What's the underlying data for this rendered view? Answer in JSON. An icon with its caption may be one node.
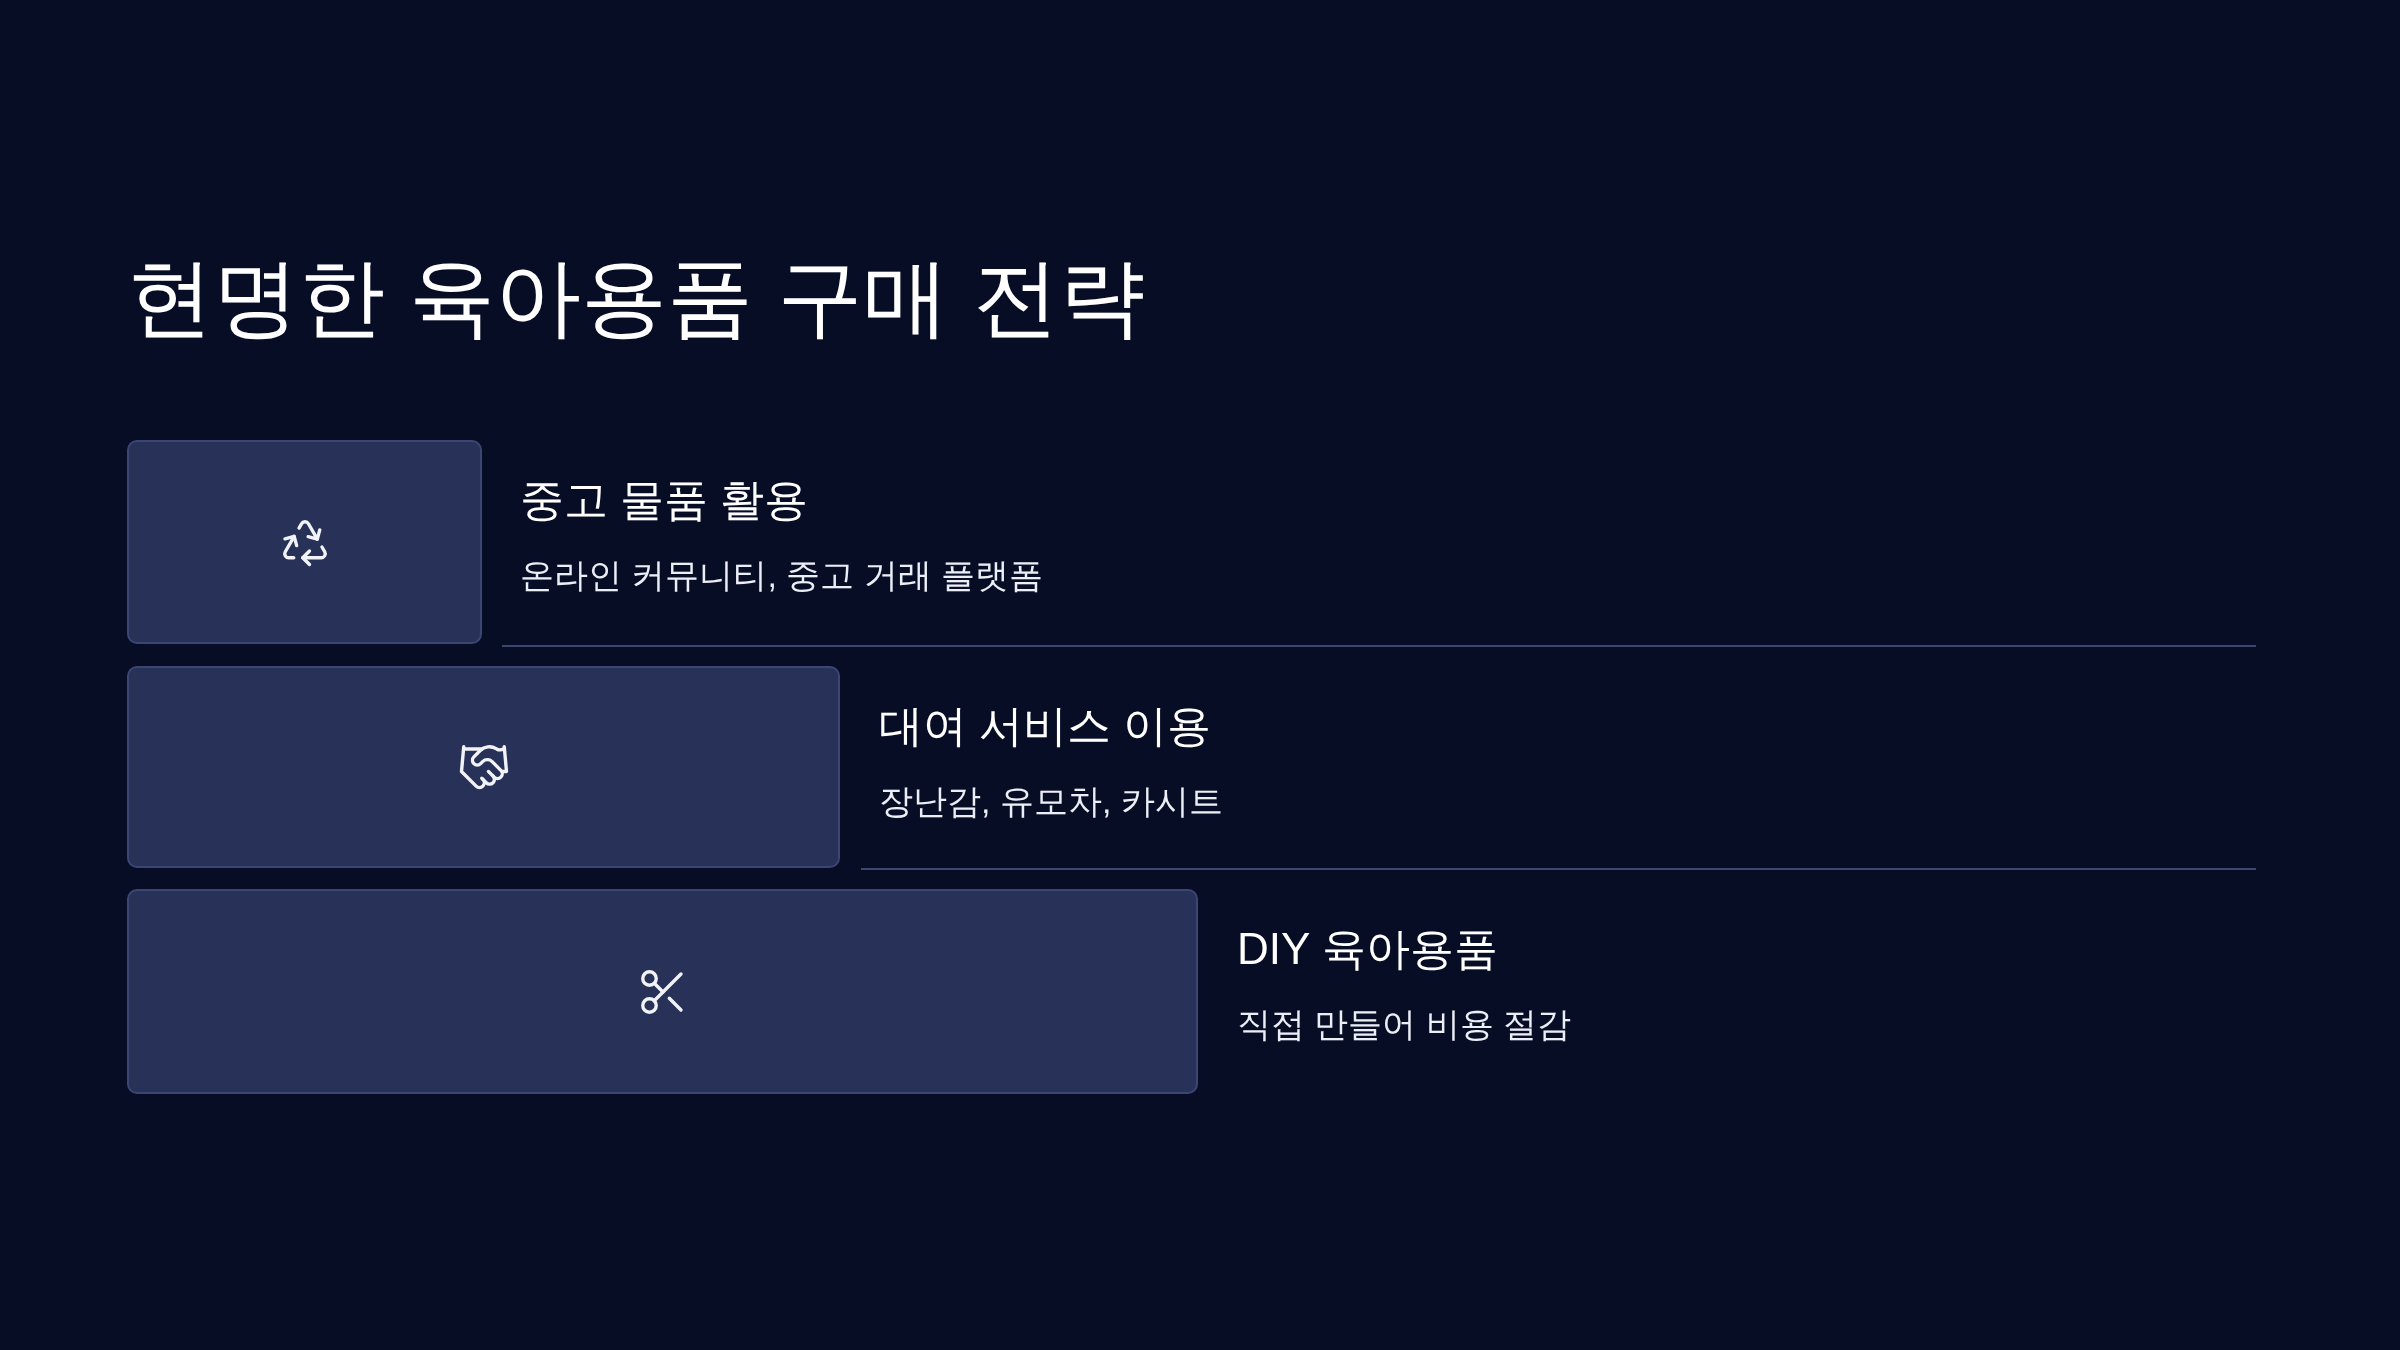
{
  "diagram": {
    "title": "현명한 육아용품 구매 전략",
    "nodes": [
      {
        "text": [],
        "shape": "box",
        "beside": [
          "중고 물품 활용",
          "온라인 커뮤니티, 중고 거래 플랫폼"
        ]
      },
      {
        "text": [],
        "shape": "box",
        "beside": [
          "대여 서비스 이용",
          "장난감, 유모차, 카시트"
        ]
      },
      {
        "text": [],
        "shape": "box",
        "beside": [
          "DIY 육아용품",
          "직접 만들어 비용 절감"
        ]
      }
    ]
  }
}
